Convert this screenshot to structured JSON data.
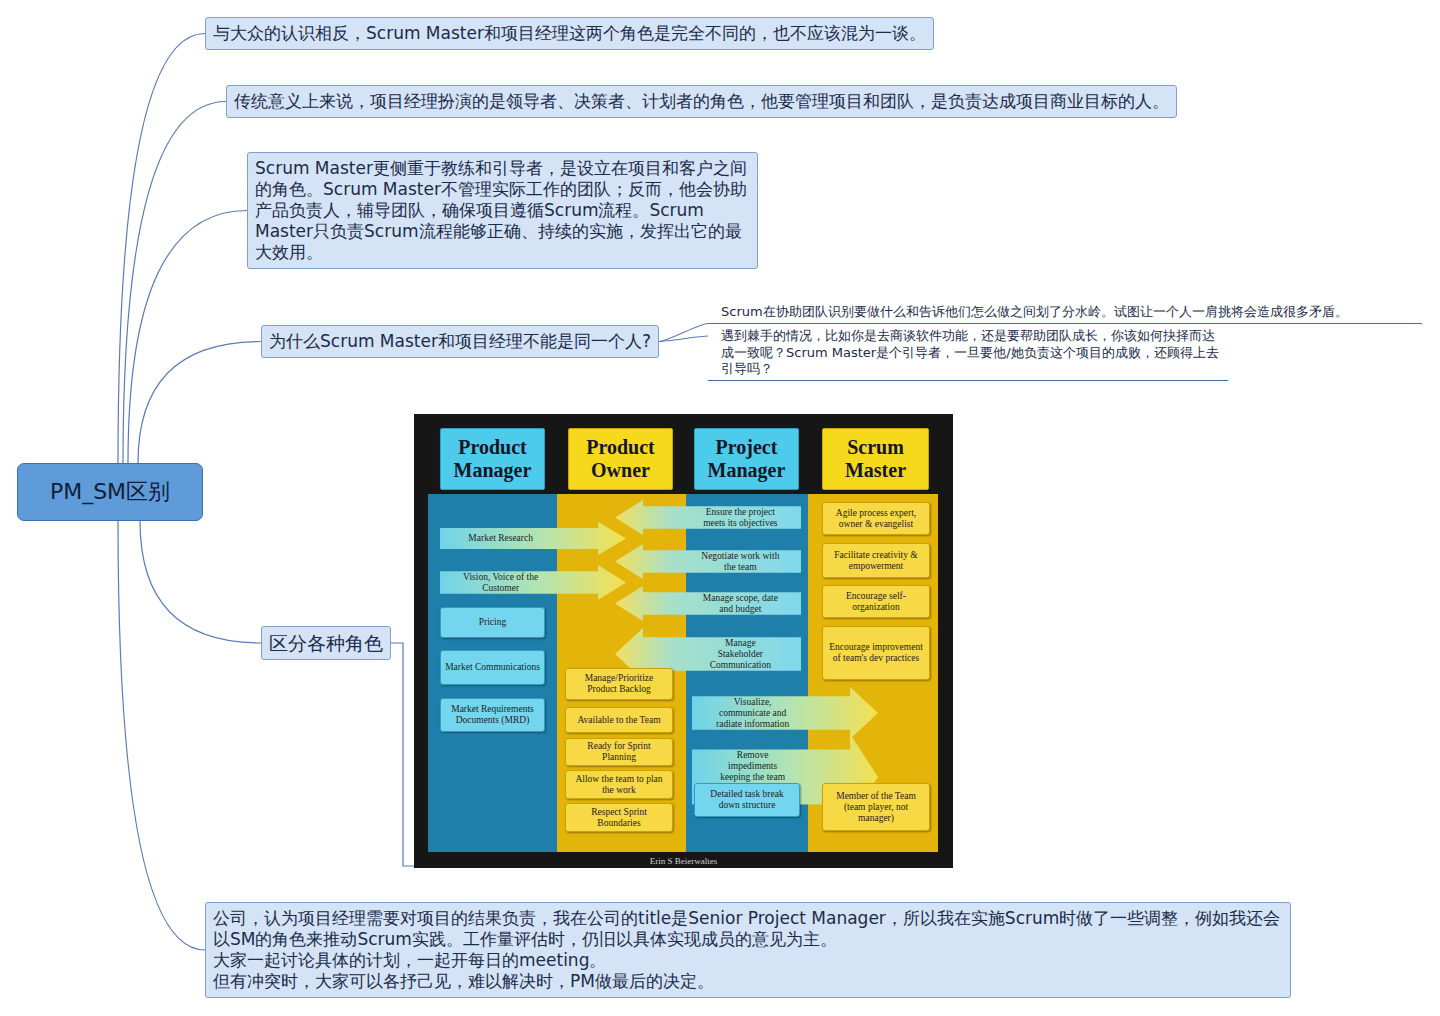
{
  "diagram": {
    "nodes": [
      {
        "text": [
          "PM_SM区别"
        ]
      },
      {
        "text": [
          "与大众的认识相反，Scrum Master和项目经理这两个角色是完全不同的，也不应该混为一谈。"
        ]
      },
      {
        "text": [
          "传统意义上来说，项目经理扮演的是领导者、决策者、计划者的角色，他要管理项目和团队，是负责达成项目商业目标的人。"
        ]
      },
      {
        "text": [
          "Scrum Master更侧重于教练和引导者，是设立在项目和客户之间的角色。Scrum Master不管理实际工作的团队；反而，他会协助产品负责人，辅导团队，确保项目遵循Scrum流程。Scrum Master只负责Scrum流程能够正确、持续的实施，发挥出它的最大效用。"
        ]
      },
      {
        "text": [
          "为什么Scrum Master和项目经理不能是同一个人?"
        ]
      },
      {
        "text": [
          "Scrum在协助团队识别要做什么和告诉他们怎么做之间划了分水岭。试图让一个人一肩挑将会造成很多矛盾。"
        ]
      },
      {
        "text": [
          "遇到棘手的情况，比如你是去商谈软件功能，还是要帮助团队成长，你该如何抉择而达成一致呢？Scrum Master是个引导者，一旦要他/她负责这个项目的成败，还顾得上去引导吗？"
        ]
      },
      {
        "text": [
          "区分各种角色"
        ]
      },
      {
        "text": [
          "Erin S Beierwaltes"
        ]
      },
      {
        "text": [
          "Product Manager"
        ],
        "in": 8
      },
      {
        "text": [
          "Product Owner"
        ],
        "in": 8
      },
      {
        "text": [
          "Project Manager"
        ],
        "in": 8
      },
      {
        "text": [
          "Scrum Master"
        ],
        "in": 8
      },
      {
        "text": [
          "Market Research"
        ],
        "in": 8
      },
      {
        "text": [
          "Vision, Voice of the Customer"
        ],
        "in": 8
      },
      {
        "text": [
          "Pricing"
        ],
        "in": 8
      },
      {
        "text": [
          "Market Communications"
        ],
        "in": 8
      },
      {
        "text": [
          "Market Requirements Documents (MRD)"
        ],
        "in": 8
      },
      {
        "text": [
          "Ensure the project meets its objectives"
        ],
        "in": 8
      },
      {
        "text": [
          "Negotiate work with the team"
        ],
        "in": 8
      },
      {
        "text": [
          "Manage scope, date and budget"
        ],
        "in": 8
      },
      {
        "text": [
          "Manage Stakeholder Communication"
        ],
        "in": 8
      },
      {
        "text": [
          "Manage/Prioritize Product Backlog"
        ],
        "in": 8
      },
      {
        "text": [
          "Available to the Team"
        ],
        "in": 8
      },
      {
        "text": [
          "Ready for Sprint Planning"
        ],
        "in": 8
      },
      {
        "text": [
          "Allow the team to plan the work"
        ],
        "in": 8
      },
      {
        "text": [
          "Respect Sprint Boundaries"
        ],
        "in": 8
      },
      {
        "text": [
          "Visualize, communicate and radiate information"
        ],
        "in": 8
      },
      {
        "text": [
          "Remove impediments keeping the team from completing their work"
        ],
        "in": 8
      },
      {
        "text": [
          "Detailed task break down structure"
        ],
        "in": 8
      },
      {
        "text": [
          "Agile process expert, owner & evangelist"
        ],
        "in": 8
      },
      {
        "text": [
          "Facilitate creativity & empowerment"
        ],
        "in": 8
      },
      {
        "text": [
          "Encourage self-organization"
        ],
        "in": 8
      },
      {
        "text": [
          "Encourage improvement of team's dev practices"
        ],
        "in": 8
      },
      {
        "text": [
          "Member of the Team (team player, not manager)"
        ],
        "in": 8
      },
      {
        "text": [
          "公司，认为项目经理需要对项目的结果负责，我在公司的title是Senior Project Manager，所以我在实施Scrum时做了一些调整，例如我还会以SM的角色来推动Scrum实践。工作量评估时，仍旧以具体实现成员的意见为主。",
          "大家一起讨论具体的计划，一起开每日的meeting。",
          "但有冲突时，大家可以各抒己见，难以解决时，PM做最后的决定。"
        ]
      }
    ],
    "edges": [
      {
        "from": 0,
        "to": 1,
        "arrow": "none"
      },
      {
        "from": 0,
        "to": 2,
        "arrow": "none"
      },
      {
        "from": 0,
        "to": 3,
        "arrow": "none"
      },
      {
        "from": 0,
        "to": 4,
        "arrow": "none"
      },
      {
        "from": 4,
        "to": 5,
        "arrow": "none"
      },
      {
        "from": 4,
        "to": 6,
        "arrow": "none"
      },
      {
        "from": 0,
        "to": 7,
        "arrow": "none"
      },
      {
        "from": 7,
        "to": 8,
        "arrow": "none"
      },
      {
        "from": 0,
        "to": 35,
        "arrow": "none"
      }
    ]
  }
}
